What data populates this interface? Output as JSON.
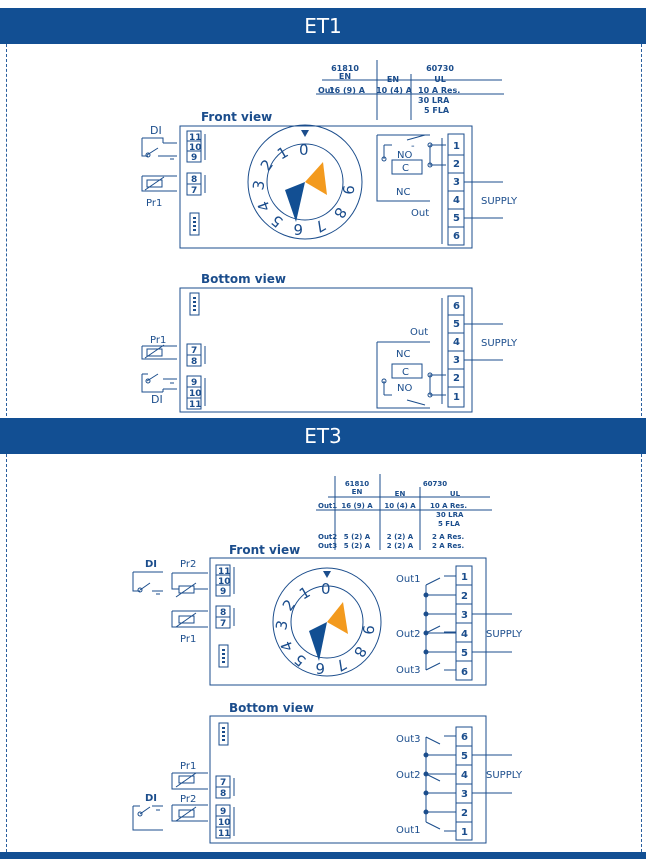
{
  "sections": [
    {
      "title": "ET1",
      "ratings": {
        "std1": "61810",
        "std1_sub": "EN",
        "std2": "60730",
        "std2_sub1": "EN",
        "std2_sub2": "UL",
        "row_label": "Out",
        "en61810": "16 (9) A",
        "en60730": "10 (4) A",
        "ul_lines": [
          "10 A Res.",
          "30 LRA",
          "5 FLA"
        ]
      },
      "front_view_label": "Front view",
      "bottom_view_label": "Bottom view",
      "di_label": "DI",
      "pr1_label": "Pr1",
      "left_terminals_top": [
        "11",
        "10",
        "9"
      ],
      "left_terminals_bottom": [
        "8",
        "7"
      ],
      "right_terminals": [
        "1",
        "2",
        "3",
        "4",
        "5",
        "6"
      ],
      "contact_labels": {
        "no": "NO",
        "c": "C",
        "nc": "NC",
        "out": "Out"
      },
      "supply_label": "SUPPLY",
      "dial_numbers": [
        "0",
        "1",
        "2",
        "3",
        "4",
        "5",
        "6",
        "7",
        "8",
        "9"
      ]
    },
    {
      "title": "ET3",
      "ratings": {
        "std1": "61810",
        "std1_sub": "EN",
        "std2": "60730",
        "std2_sub1": "EN",
        "std2_sub2": "UL",
        "rows": [
          {
            "label": "Out1",
            "en61810": "16 (9) A",
            "en60730": "10 (4) A",
            "ul": [
              "10 A Res.",
              "30 LRA",
              "5 FLA"
            ]
          },
          {
            "label": "Out2",
            "en61810": "5 (2) A",
            "en60730": "2 (2) A",
            "ul": [
              "2 A Res."
            ]
          },
          {
            "label": "Out3",
            "en61810": "5 (2) A",
            "en60730": "2 (2) A",
            "ul": [
              "2 A Res."
            ]
          }
        ]
      },
      "front_view_label": "Front view",
      "bottom_view_label": "Bottom view",
      "di_label": "DI",
      "pr1_label": "Pr1",
      "pr2_label": "Pr2",
      "out_labels": [
        "Out1",
        "Out2",
        "Out3"
      ],
      "supply_label": "SUPPLY"
    }
  ],
  "colors": {
    "blue": "#124f93",
    "line": "#1b4d8c",
    "orange": "#f39a1e"
  }
}
